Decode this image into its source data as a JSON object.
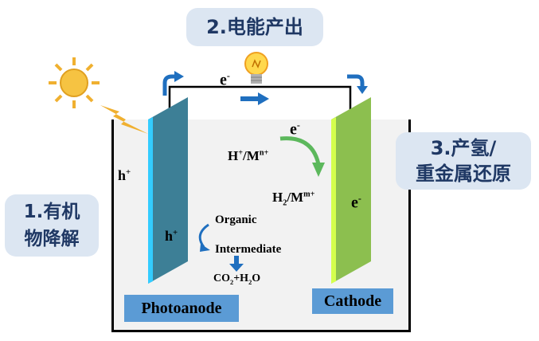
{
  "steps": {
    "step1_line1": "1.有机",
    "step1_line2": "物降解",
    "step2": "2.电能产出",
    "step3_line1": "3.产氢/",
    "step3_line2": "重金属还原"
  },
  "electrodes": {
    "anode_label": "Photoanode",
    "cathode_label": "Cathode"
  },
  "species": {
    "electron": "e",
    "electron_sup": "-",
    "hole": "h",
    "hole_sup": "+",
    "hplus_a": "H",
    "hplus_a_sup": "+",
    "hplus_b": "/M",
    "hplus_b_sup": "n+",
    "h2_a": "H",
    "h2_a_sub": "2",
    "h2_b": "/M",
    "h2_b_sup": "m+",
    "organic": "Organic",
    "intermediate": "Intermediate",
    "co2_a": "CO",
    "co2_a_sub": "2",
    "co2_b": "+H",
    "co2_b_sub": "2",
    "co2_c": "O"
  },
  "colors": {
    "anode": "#3d7f96",
    "anode_edge": "#33ccff",
    "cathode": "#8cbf4f",
    "cathode_edge": "#d4ff4d",
    "arrow_blue": "#1f6fbf",
    "arrow_green": "#5cb85c",
    "electrolyte": "#f2f2f2",
    "pill": "#dce6f2",
    "tag": "#5b9bd5"
  }
}
